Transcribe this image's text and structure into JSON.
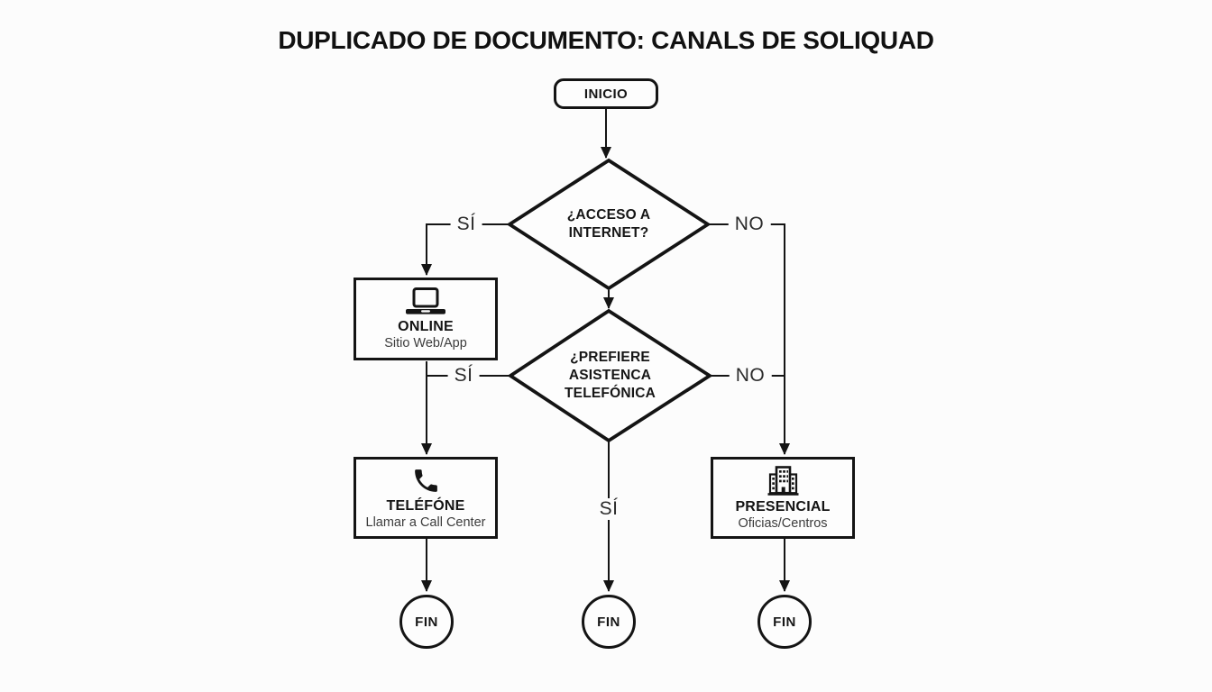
{
  "title": "DUPLICADO DE DOCUMENTO: CANALS DE SOLIQUAD",
  "colors": {
    "ink": "#141414",
    "background": "#fcfcfc"
  },
  "nodes": {
    "start": {
      "label": "INICIO"
    },
    "decision_internet": {
      "line1": "¿ACCESO A",
      "line2": "INTERNET?"
    },
    "decision_phone": {
      "line1": "¿PREFIERE",
      "line2": "ASISTENCA",
      "line3": "TELEFÓNICA"
    },
    "online": {
      "icon": "laptop-icon",
      "title": "ONLINE",
      "subtitle": "Sitio Web/App"
    },
    "telefono": {
      "icon": "phone-icon",
      "title": "TELÉFÓNE",
      "subtitle": "Llamar a Call Center"
    },
    "presencial": {
      "icon": "building-icon",
      "title": "PRESENCIAL",
      "subtitle": "Oficias/Centros"
    },
    "fin_left": {
      "label": "FIN"
    },
    "fin_center": {
      "label": "FIN"
    },
    "fin_right": {
      "label": "FIN"
    }
  },
  "edges": {
    "internet_yes": "SÍ",
    "internet_no": "NO",
    "phone_yes": "SÍ",
    "phone_no": "NO",
    "phone_down": "SÍ"
  }
}
